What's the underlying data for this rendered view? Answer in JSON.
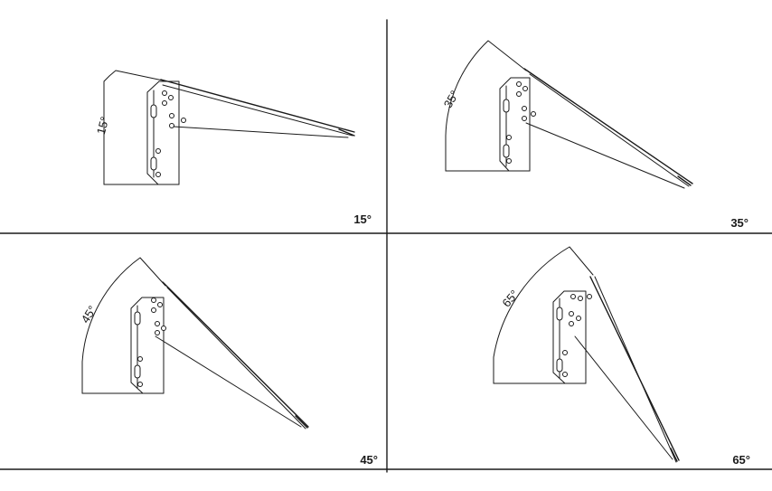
{
  "panels": [
    {
      "id": "p15",
      "corner_label": "15°",
      "arc_label": "15°"
    },
    {
      "id": "p35",
      "corner_label": "35°",
      "arc_label": "35°"
    },
    {
      "id": "p45",
      "corner_label": "45°",
      "arc_label": "45°"
    },
    {
      "id": "p65",
      "corner_label": "65°",
      "arc_label": "65°"
    }
  ],
  "colors": {
    "line": "#1a1a1a",
    "background": "#ffffff"
  }
}
